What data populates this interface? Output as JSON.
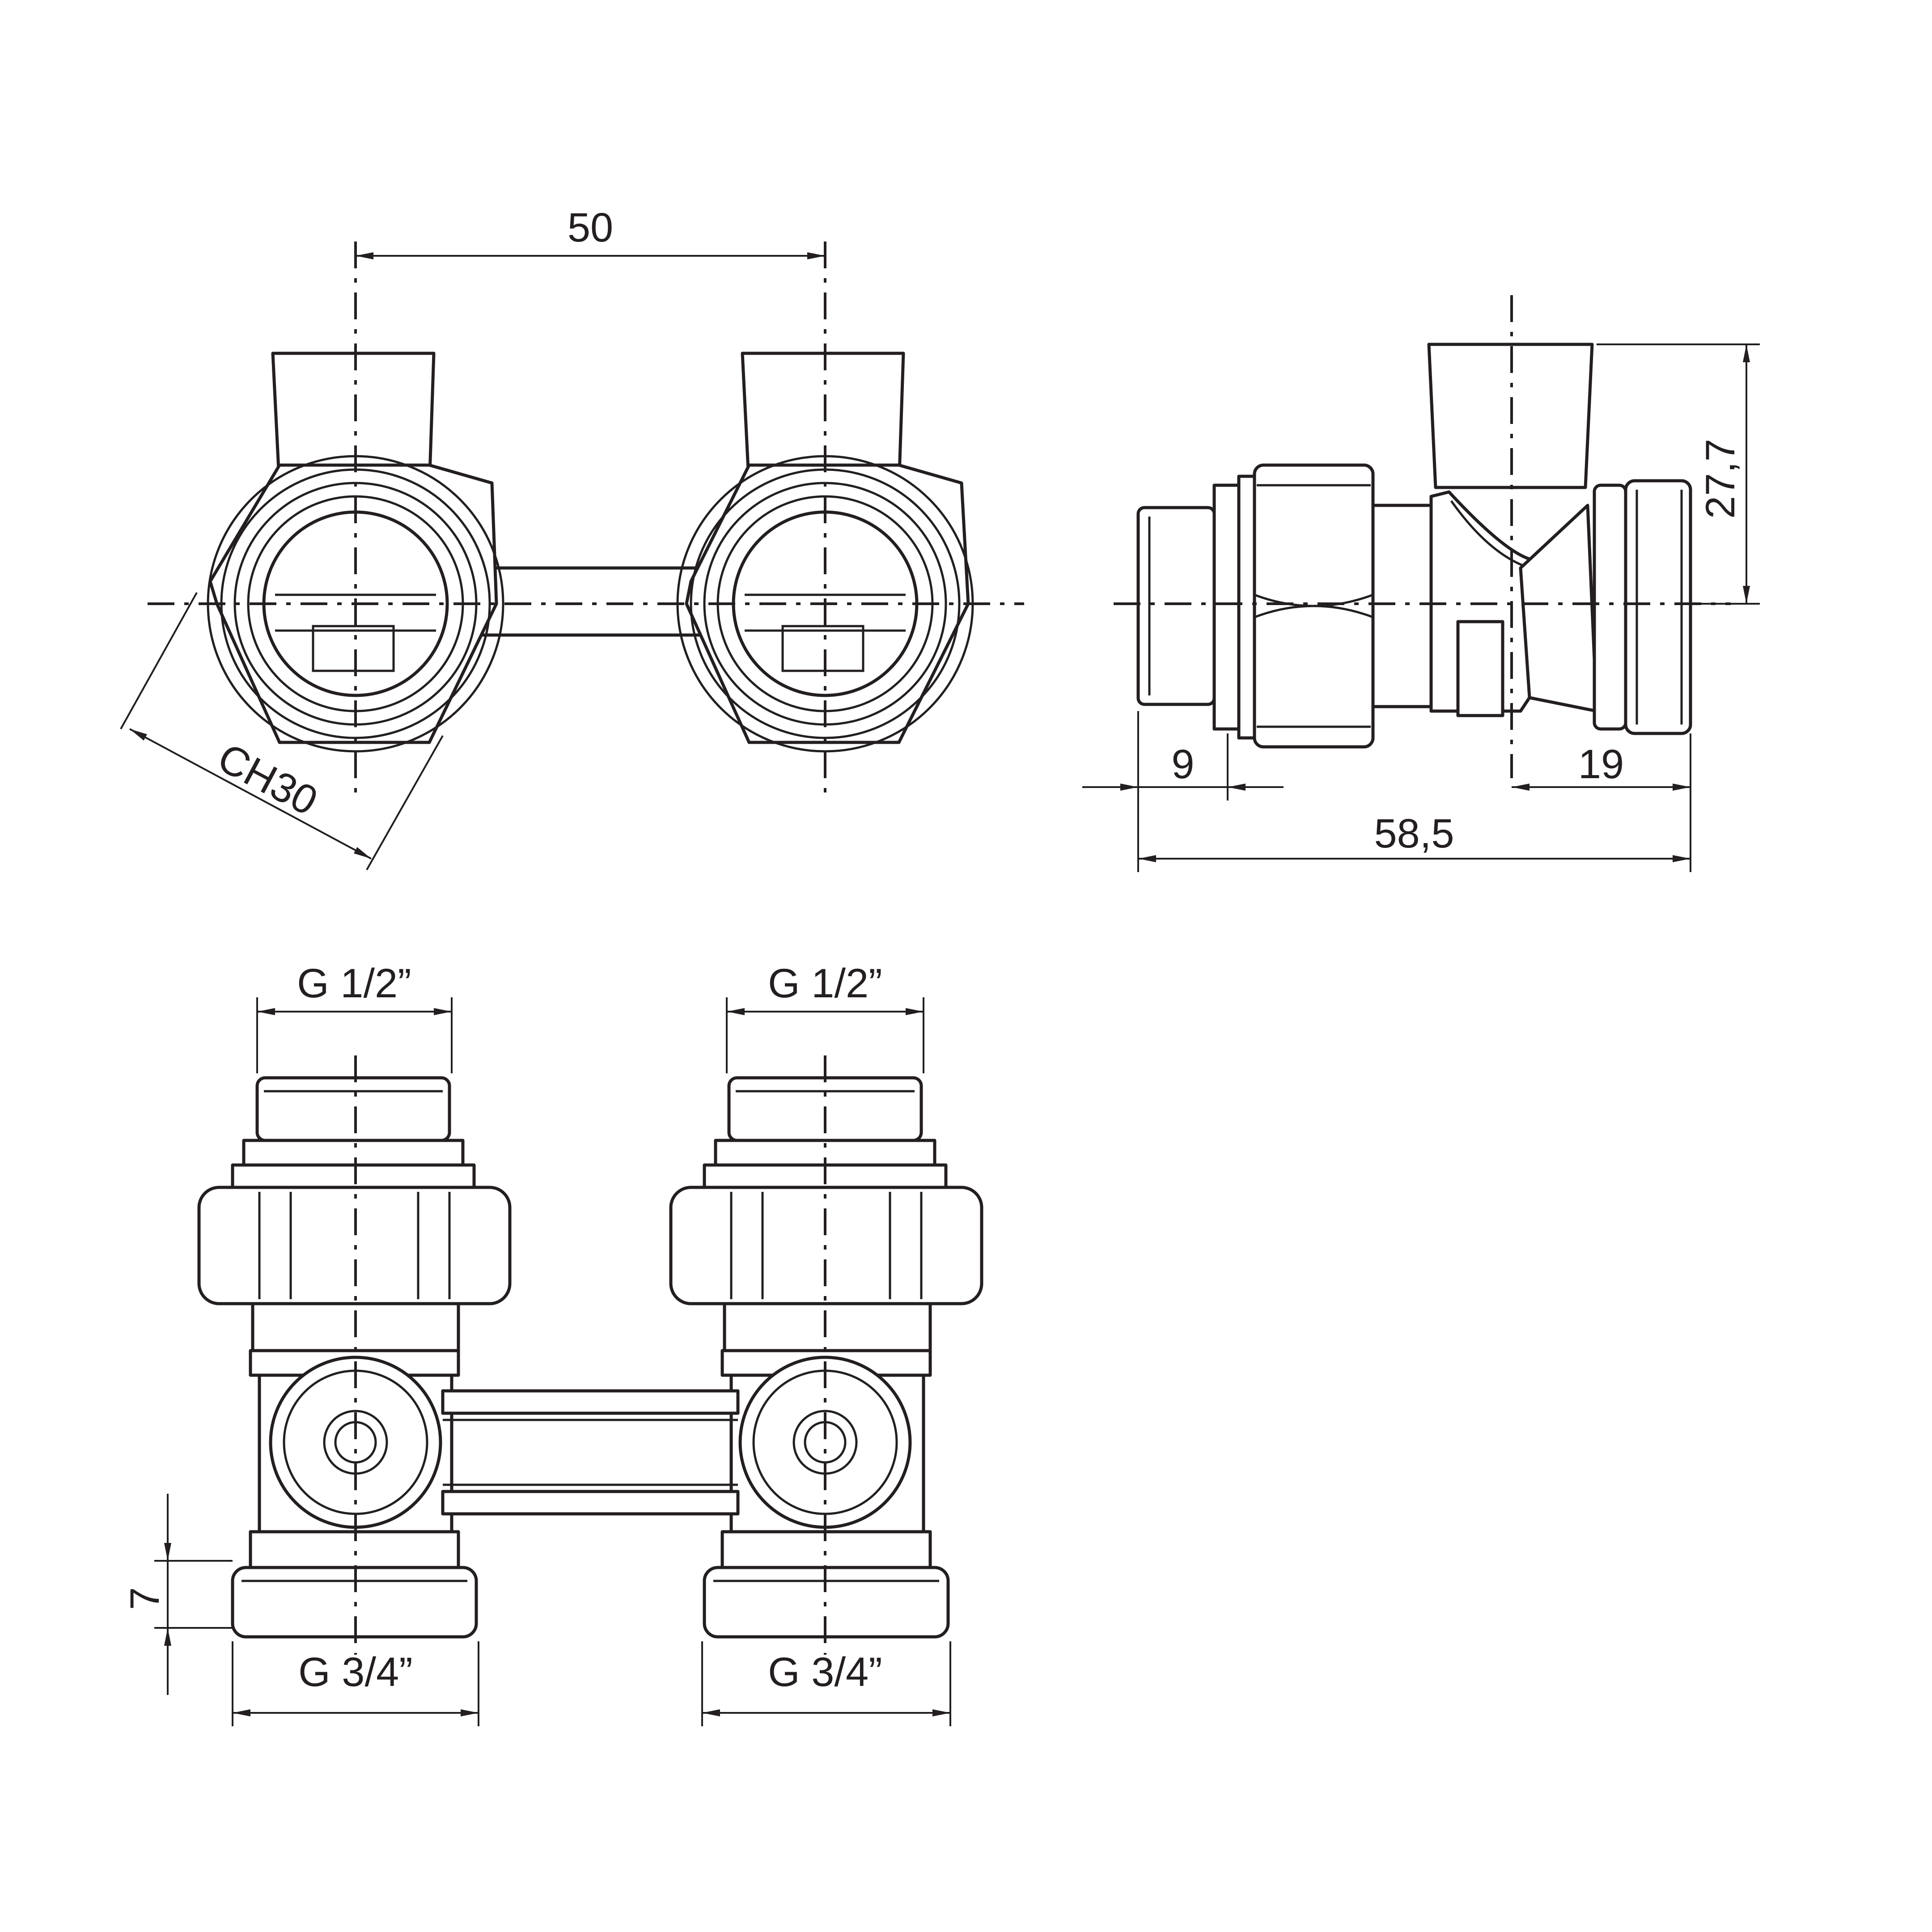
{
  "dimensions": {
    "spacing": "50",
    "hex_size": "CH30",
    "left_offset": "9",
    "right_offset": "19",
    "overall_length": "58,5",
    "height": "27,7",
    "top_thread_left": "G 1/2”",
    "top_thread_right": "G 1/2”",
    "bottom_thread_left": "G 3/4”",
    "bottom_thread_right": "G 3/4”",
    "nut_height": "7"
  }
}
